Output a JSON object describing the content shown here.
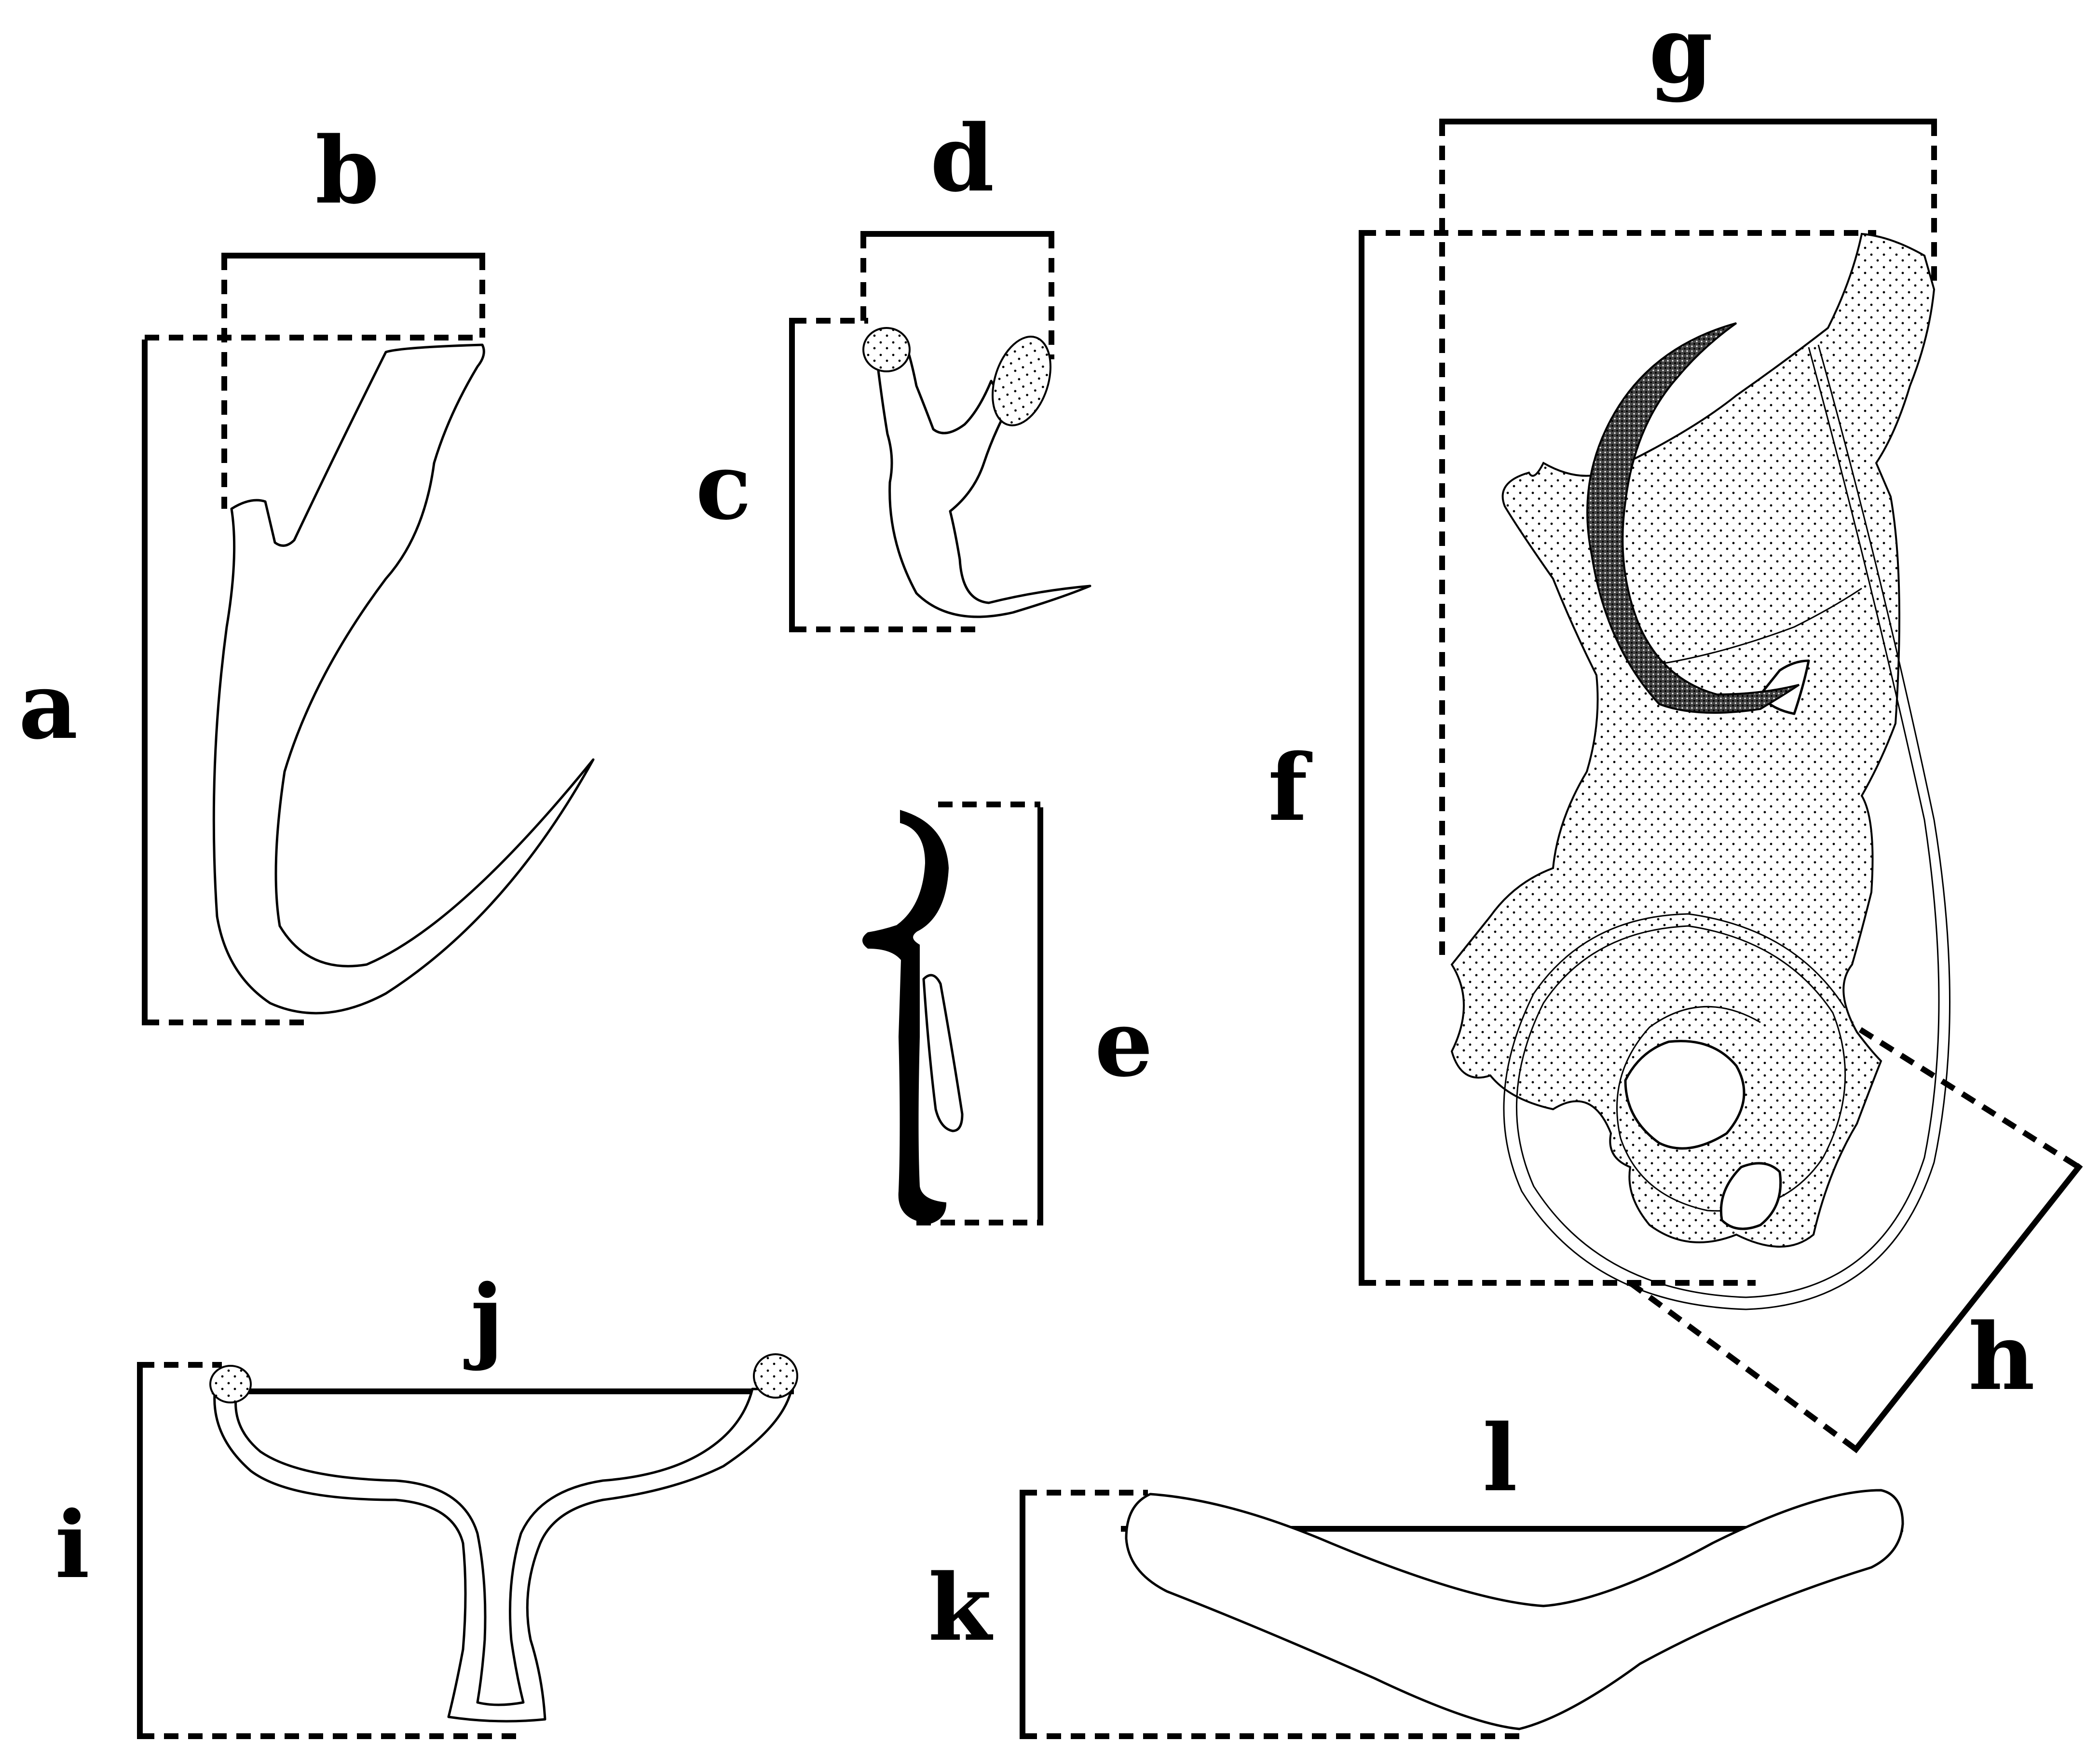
{
  "labels": {
    "a": "a",
    "b": "b",
    "c": "c",
    "d": "d",
    "e": "e",
    "f": "f",
    "g": "g",
    "h": "h",
    "i": "i",
    "j": "j",
    "k": "k",
    "l": "l"
  },
  "colors": {
    "ink": "#000000",
    "background": "#ffffff"
  }
}
